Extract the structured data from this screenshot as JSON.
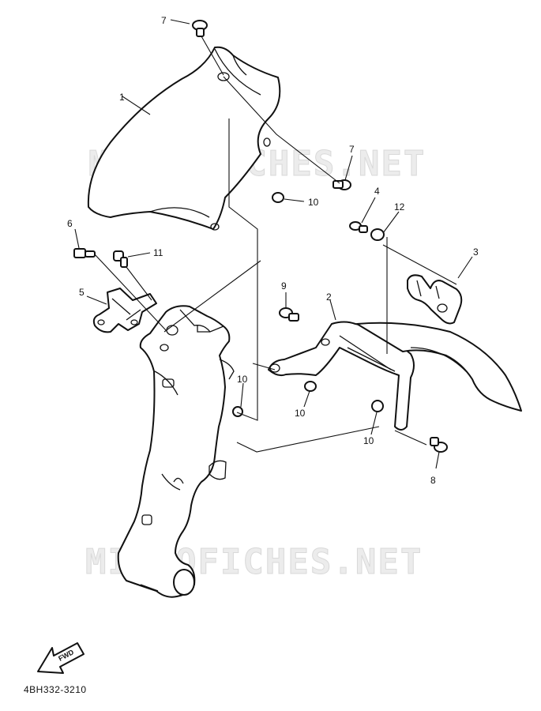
{
  "watermark": {
    "text": "MICROFICHES.NET"
  },
  "fwd_label": "FWD",
  "diagram_code": "4BH332-3210",
  "callouts": [
    "1",
    "2",
    "3",
    "4",
    "5",
    "6",
    "7",
    "7",
    "8",
    "9",
    "10",
    "10",
    "10",
    "10",
    "11",
    "12"
  ]
}
